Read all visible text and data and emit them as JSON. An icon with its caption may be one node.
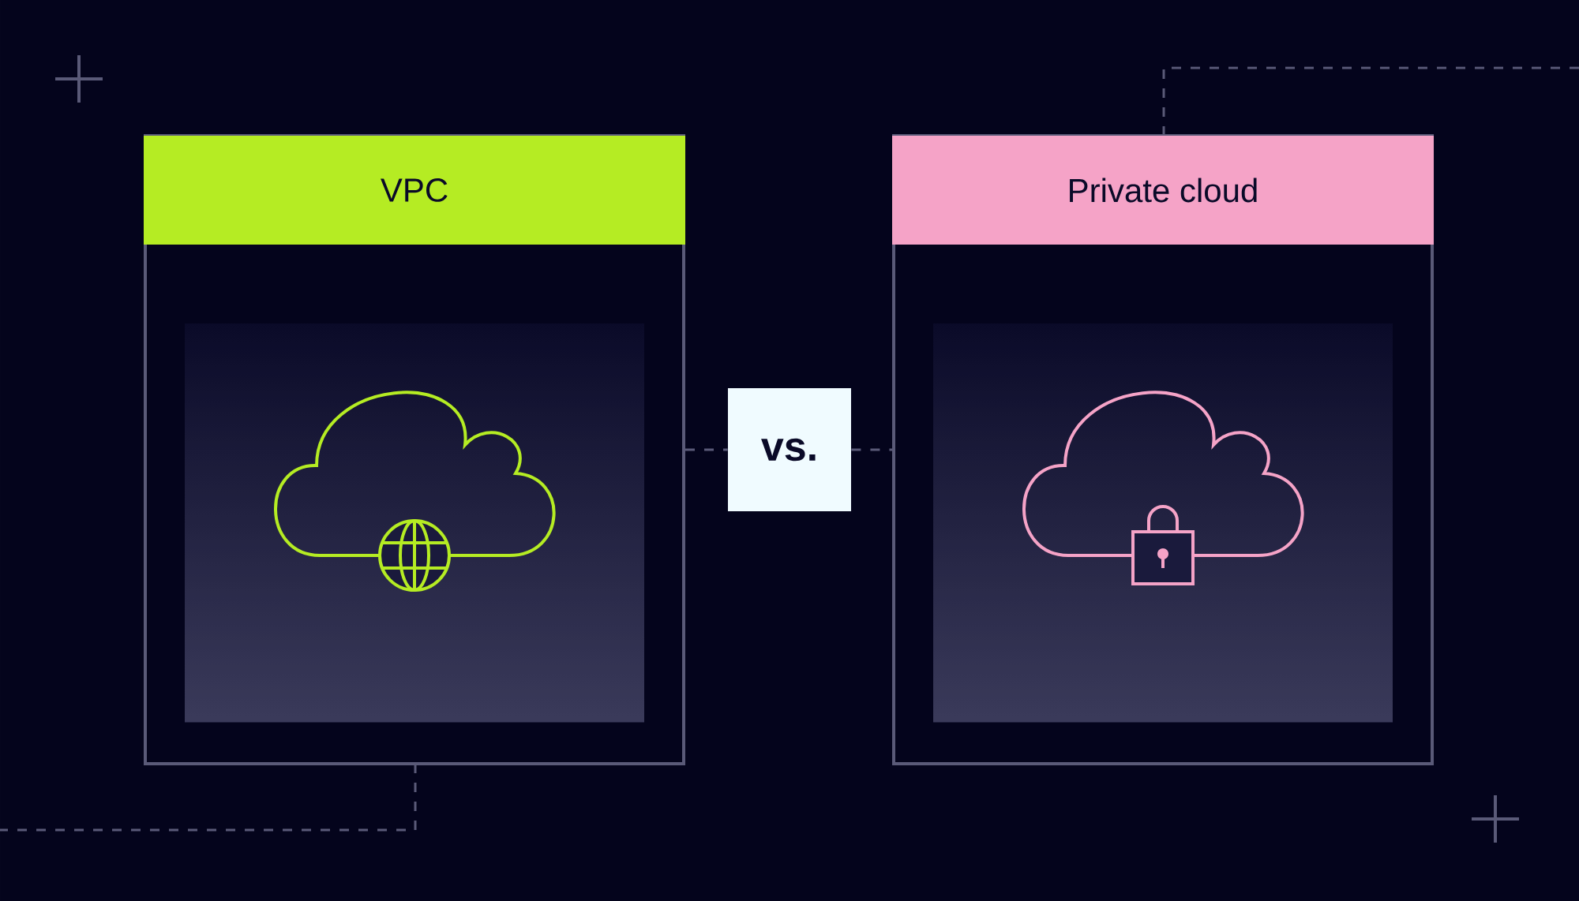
{
  "diagram": {
    "nodes": [
      {
        "text": [
          "VPC"
        ]
      },
      {
        "text": [
          "vs."
        ]
      },
      {
        "text": [
          "Private cloud"
        ]
      }
    ],
    "edges": [
      {
        "from": 0,
        "to": 1,
        "arrow": "none",
        "style": "dashed"
      },
      {
        "from": 1,
        "to": 2,
        "arrow": "none",
        "style": "dashed"
      }
    ]
  }
}
